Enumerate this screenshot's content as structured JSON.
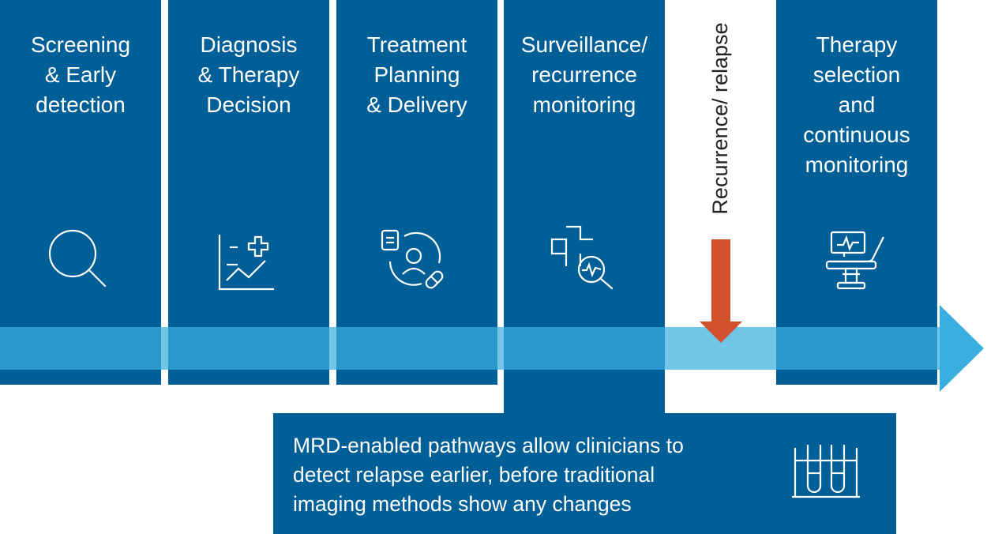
{
  "stages": [
    {
      "title": "Screening\n& Early\ndetection",
      "icon": "magnifier-icon"
    },
    {
      "title": "Diagnosis\n& Therapy\nDecision",
      "icon": "chart-plus-icon"
    },
    {
      "title": "Treatment\nPlanning\n& Delivery",
      "icon": "patient-document-pill-icon"
    },
    {
      "title": "Surveillance/\nrecurrence\nmonitoring",
      "icon": "medical-cross-magnifier-icon"
    },
    {
      "title": "Therapy\nselection\nand\ncontinuous\nmonitoring",
      "icon": "treatment-chair-monitor-icon"
    }
  ],
  "relapse": {
    "label": "Recurrence/ relapse",
    "icon": "down-arrow-icon"
  },
  "callout": {
    "text": "MRD-enabled pathways allow clinicians to\ndetect relapse earlier, before traditional\nimaging methods show any changes",
    "icon": "test-tubes-icon"
  },
  "colors": {
    "stage_blue": "#005f96",
    "timeline_blue": "#0a8ac6",
    "timeline_light": "#3aaede",
    "relapse_orange": "#d2502c"
  }
}
